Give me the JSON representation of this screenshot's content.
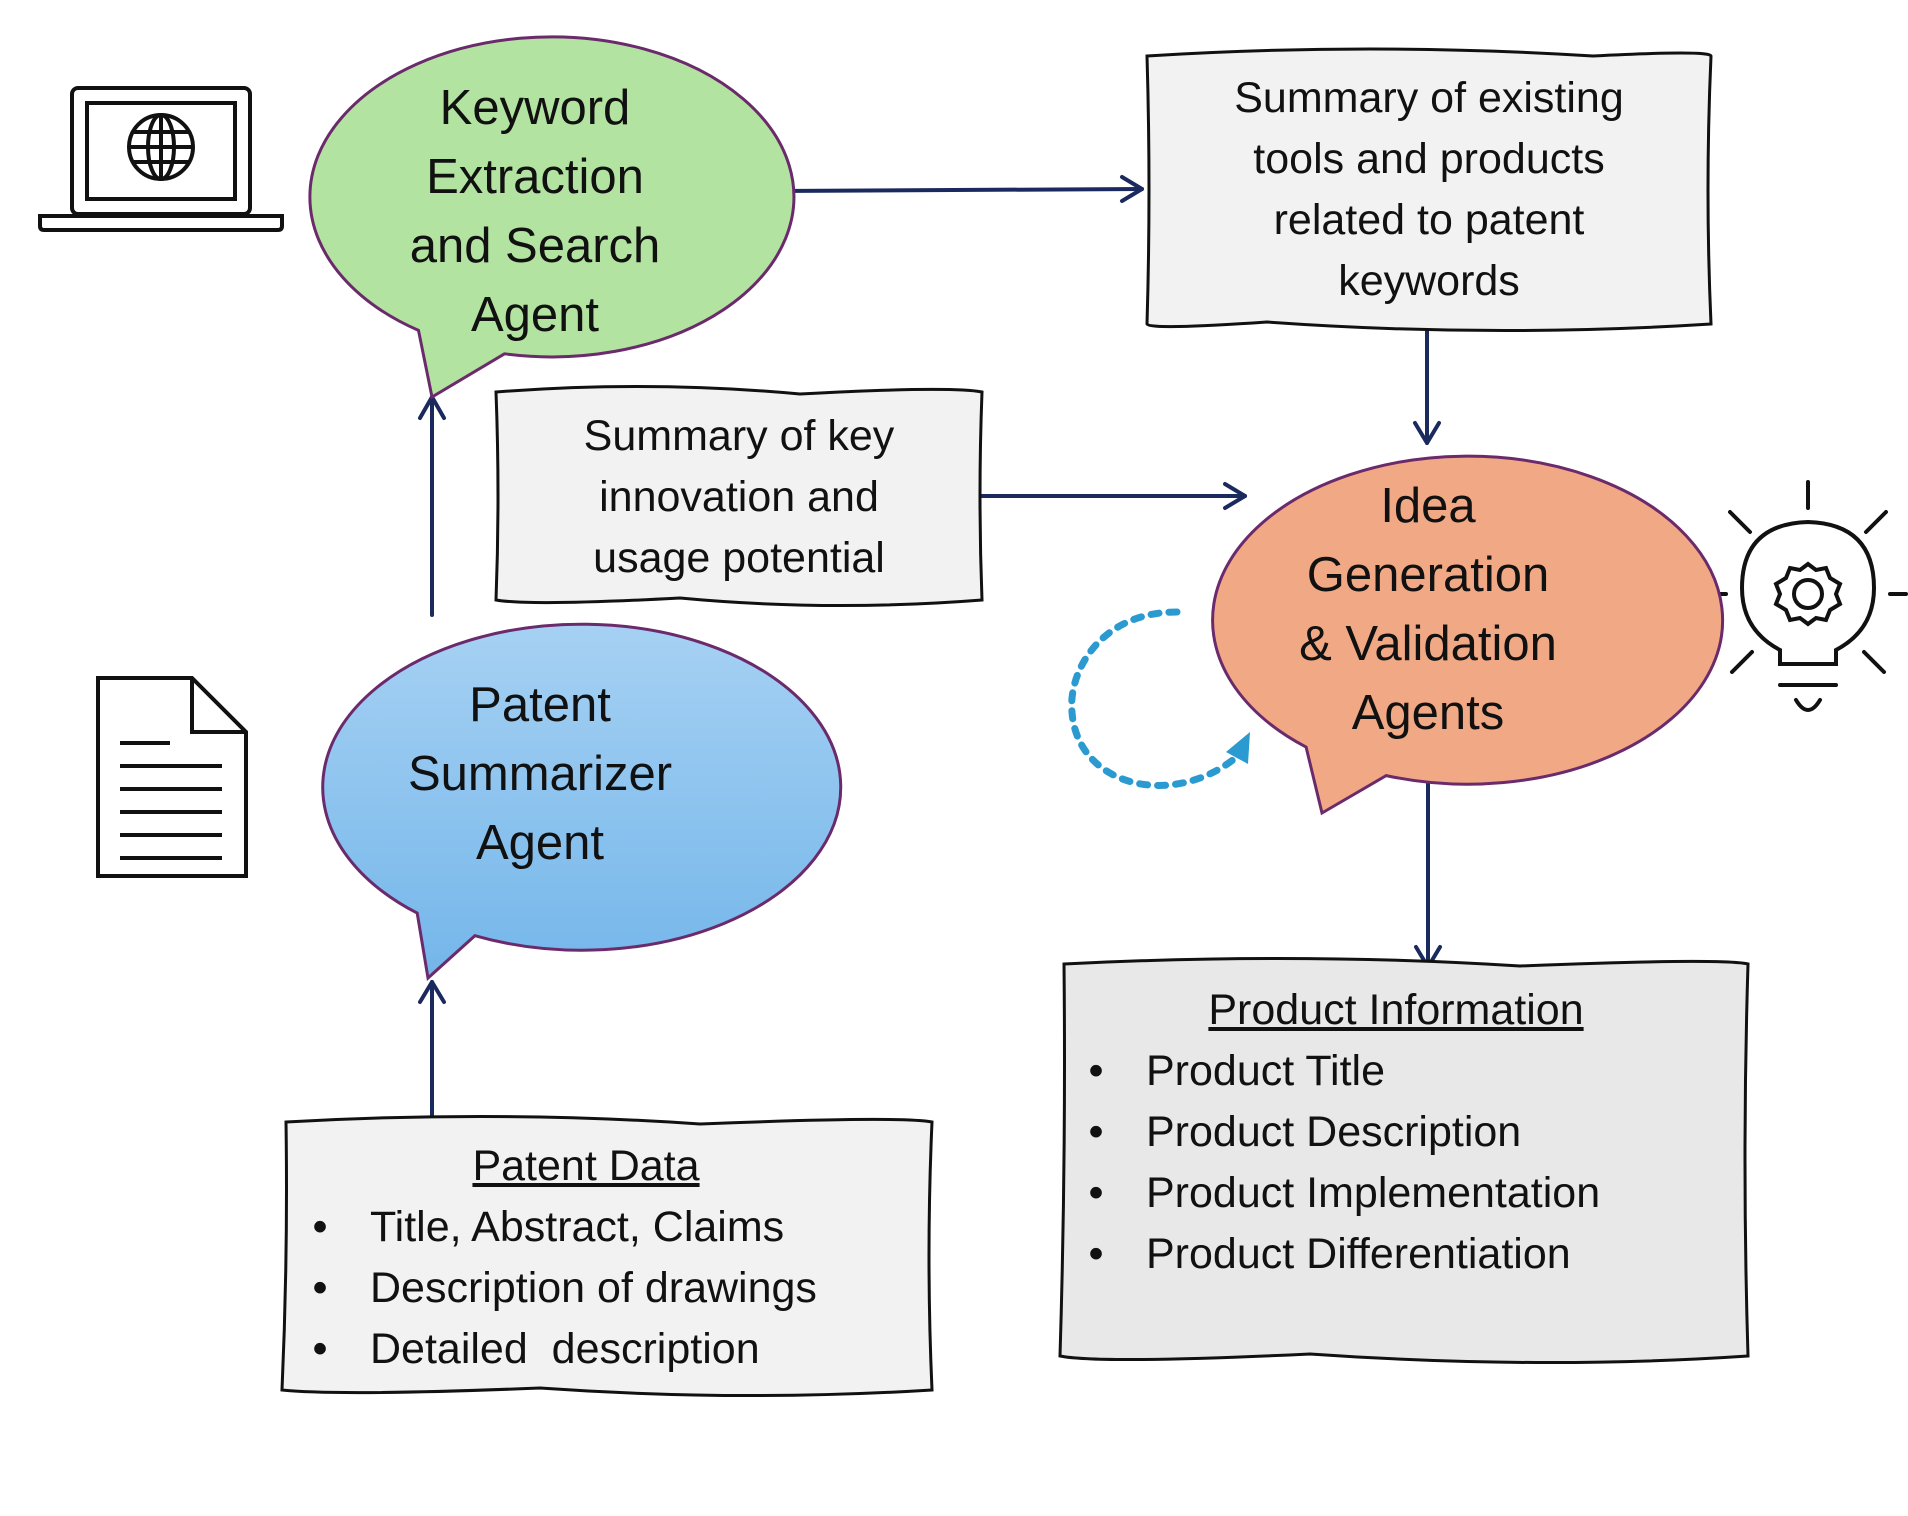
{
  "agents": {
    "keyword": {
      "lines": [
        "Keyword",
        "Extraction",
        "and Search",
        "Agent"
      ],
      "fill": "#b3e3a0"
    },
    "summarizer": {
      "lines": [
        "Patent",
        "Summarizer",
        "Agent"
      ],
      "fill_top": "#a6d1f3",
      "fill_bottom": "#74b6ea"
    },
    "idea": {
      "lines": [
        "Idea",
        "Generation",
        "& Validation",
        "Agents"
      ],
      "fill": "#f1a985"
    }
  },
  "boxes": {
    "existing_tools": {
      "lines": [
        "Summary of existing",
        "tools and products",
        "related to patent",
        "keywords"
      ]
    },
    "key_innovation": {
      "lines": [
        "Summary of key",
        "innovation and",
        "usage potential"
      ]
    }
  },
  "patent_data": {
    "heading": "Patent Data",
    "items": [
      "Title, Abstract, Claims",
      "Description of drawings",
      "Detailed  description"
    ]
  },
  "product_info": {
    "heading": "Product Information",
    "items": [
      "Product Title",
      "Product Description",
      "Product Implementation",
      "Product Differentiation"
    ]
  },
  "colors": {
    "arrow": "#1b2a5e",
    "outline": "#6b2a6b",
    "loop": "#2a9ad0",
    "box_fill": "#f2f2f2",
    "box_fill_dark": "#e8e8e8"
  },
  "icons": [
    "laptop-globe-icon",
    "document-icon",
    "lightbulb-gear-icon"
  ]
}
